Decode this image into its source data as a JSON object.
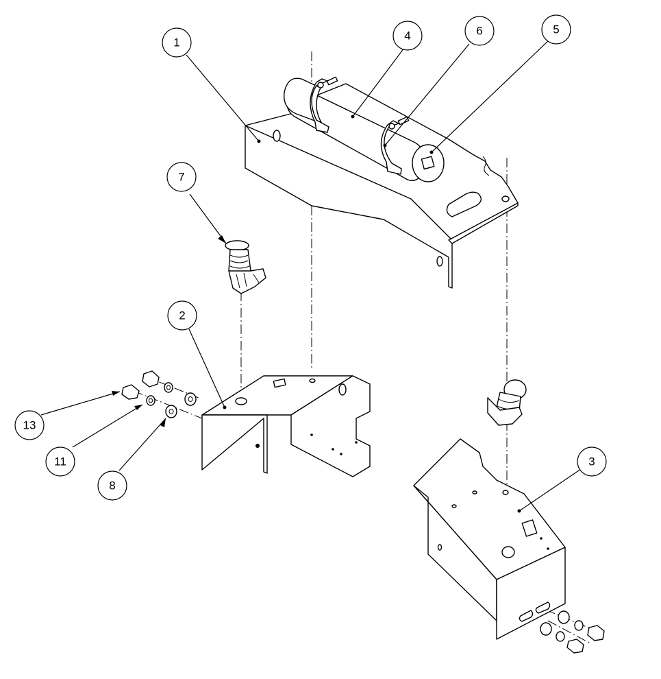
{
  "balloons": [
    {
      "id": "b1",
      "label": "1"
    },
    {
      "id": "b2",
      "label": "2"
    },
    {
      "id": "b3",
      "label": "3"
    },
    {
      "id": "b4",
      "label": "4"
    },
    {
      "id": "b5",
      "label": "5"
    },
    {
      "id": "b6",
      "label": "6"
    },
    {
      "id": "b7",
      "label": "7"
    },
    {
      "id": "b8",
      "label": "8"
    },
    {
      "id": "b11",
      "label": "11"
    },
    {
      "id": "b13",
      "label": "13"
    }
  ]
}
